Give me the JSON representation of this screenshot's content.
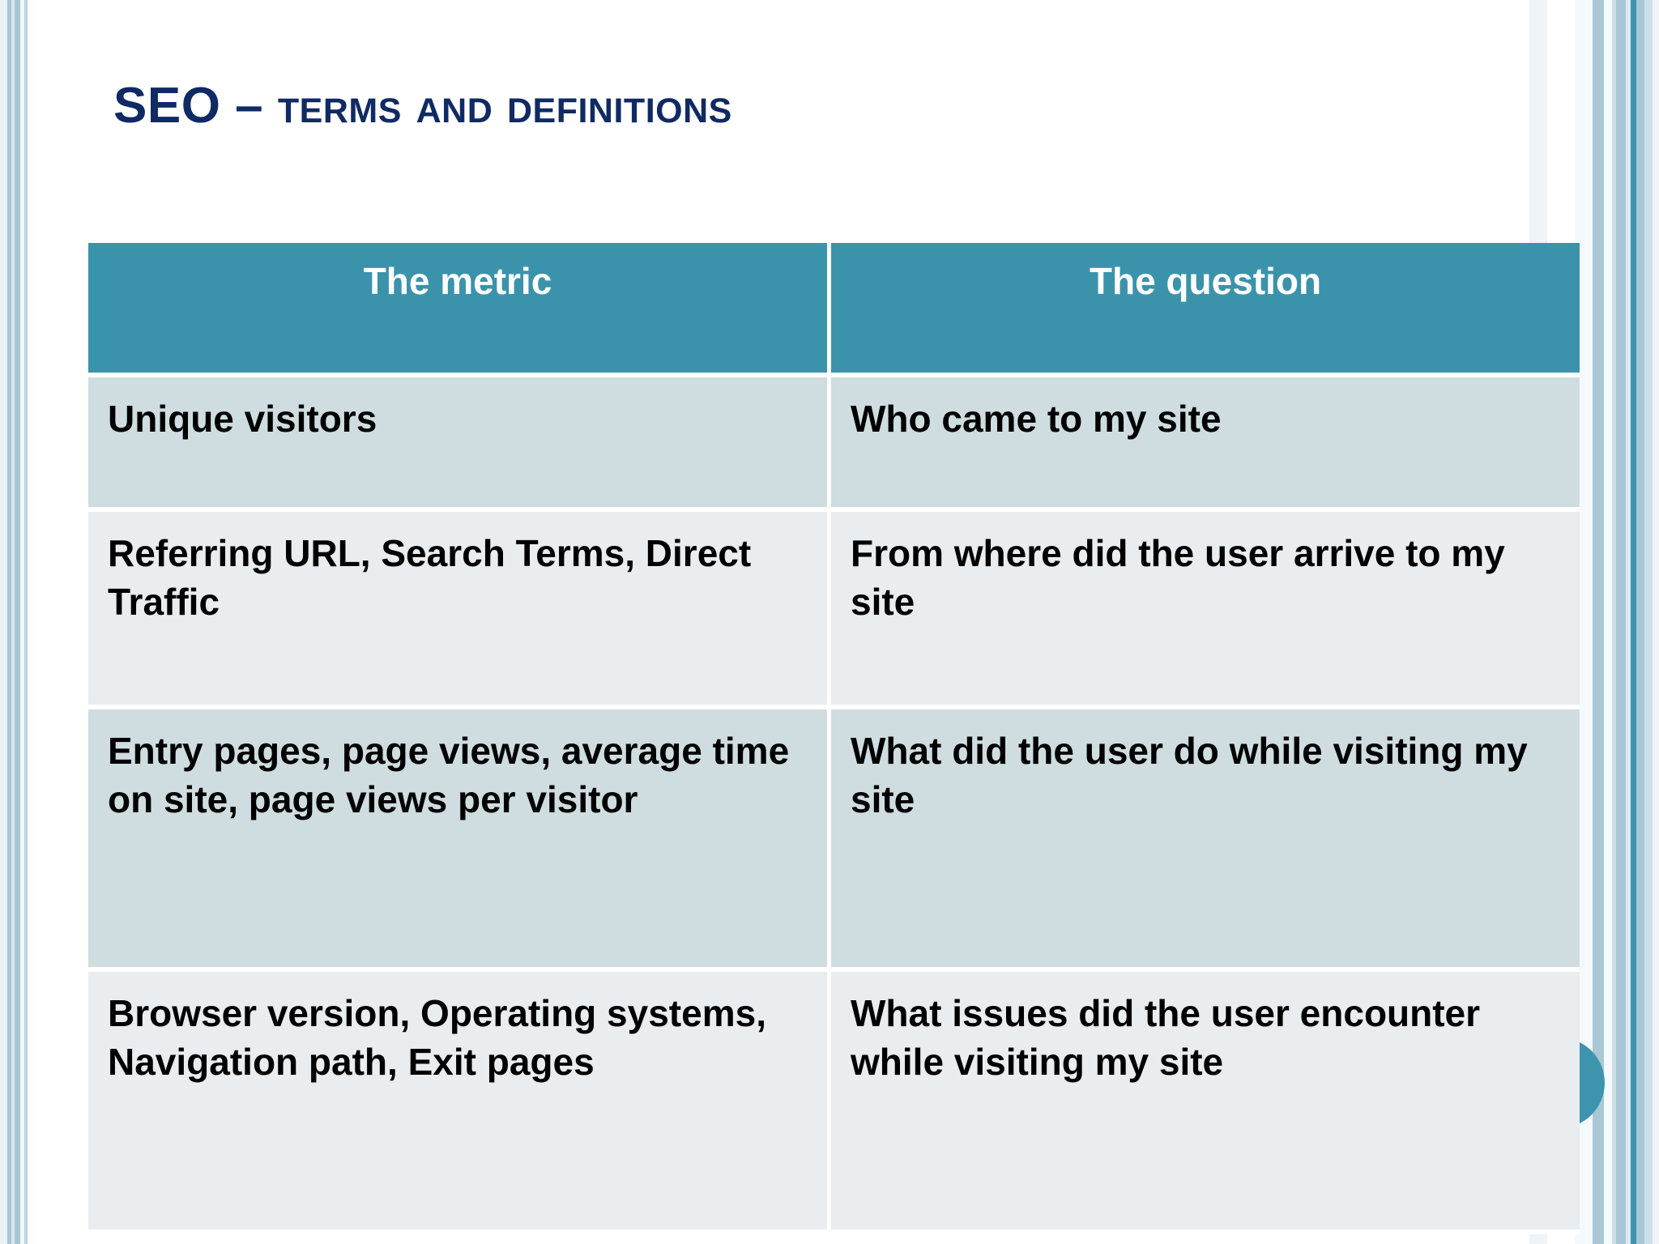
{
  "slide": {
    "title_lead": "SEO – ",
    "title_rest": "Terms and definitions",
    "title_full": "SEO – Terms and definitions",
    "theme": {
      "title_color": "#102a63",
      "header_fill": "#3a93ab",
      "row_even_fill": "#cfdde0",
      "row_odd_fill": "#e9edef",
      "accent_circle_color": "#3d94ad",
      "stripe_colors": [
        "#a8c6d6",
        "#d6e4ec",
        "#7fb0c4",
        "#eef4f7"
      ],
      "background": "#ffffff"
    }
  },
  "table": {
    "columns": [
      "The metric",
      "The question"
    ],
    "rows": [
      {
        "metric": "Unique visitors",
        "question": "Who came to my site"
      },
      {
        "metric": "Referring URL, Search Terms, Direct Traffic",
        "question": "From where did the user arrive to my site"
      },
      {
        "metric": "Entry pages, page views, average time on site, page views per visitor",
        "question": "What did the user do while visiting my site"
      },
      {
        "metric": "Browser version, Operating systems, Navigation path, Exit pages",
        "question": "What issues did the user encounter while visiting my site"
      }
    ]
  }
}
